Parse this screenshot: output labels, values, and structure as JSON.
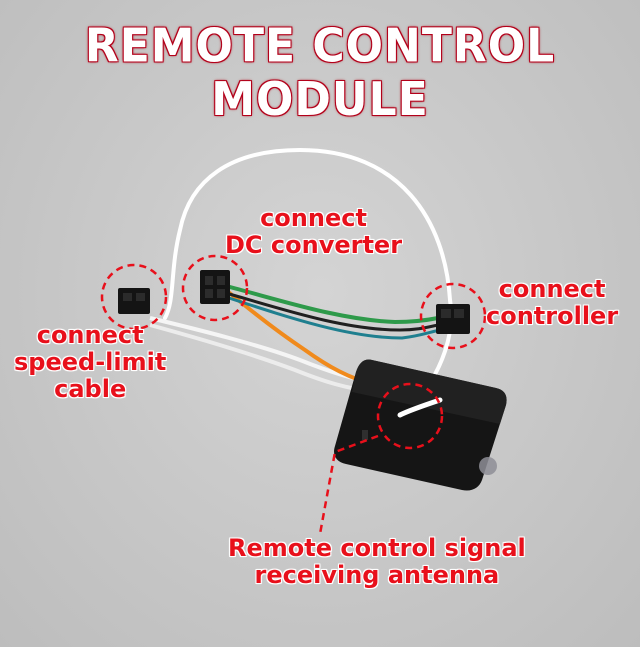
{
  "title": "REMOTE CONTROL MODULE",
  "callouts": {
    "dc_converter": [
      "connect",
      "DC converter"
    ],
    "controller": [
      "connect",
      "controller"
    ],
    "speed_limit": [
      "connect",
      "speed-limit",
      "cable"
    ],
    "antenna": [
      "Remote control signal",
      "receiving antenna"
    ]
  },
  "colors": {
    "label_red": "#e8101b",
    "wire_white": "#ffffff",
    "wire_orange": "#f08a1c",
    "wire_green": "#2e9a4a",
    "module_black": "#141414"
  }
}
